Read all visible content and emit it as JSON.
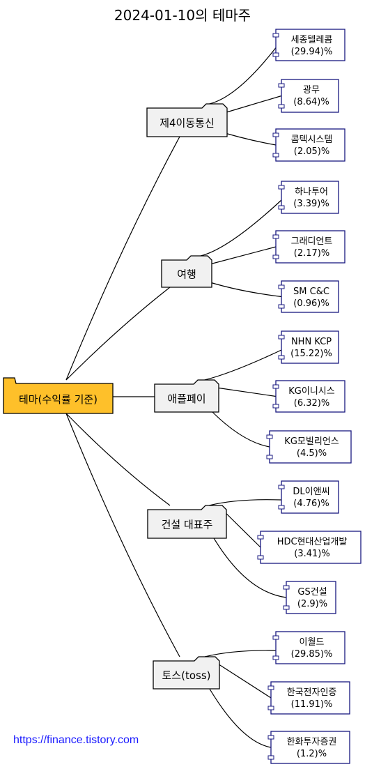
{
  "title": "2024-01-10의 테마주",
  "watermark": "https://finance.tistory.com",
  "colors": {
    "root_fill": "#fec02a",
    "theme_fill": "#f1f1f1",
    "stock_border": "#181880",
    "stock_fill": "#ffffff",
    "line": "#000000"
  },
  "root": {
    "label": "테마(수익률 기준)"
  },
  "themes": [
    {
      "name": "제4이동통신",
      "stocks": [
        {
          "name": "세종텔레콤",
          "pct": "(29.94)%"
        },
        {
          "name": "광무",
          "pct": "(8.64)%"
        },
        {
          "name": "콤텍시스템",
          "pct": "(2.05)%"
        }
      ]
    },
    {
      "name": "여행",
      "stocks": [
        {
          "name": "하나투어",
          "pct": "(3.39)%"
        },
        {
          "name": "그래디언트",
          "pct": "(2.17)%"
        },
        {
          "name": "SM C&C",
          "pct": "(0.96)%"
        }
      ]
    },
    {
      "name": "애플페이",
      "stocks": [
        {
          "name": "NHN KCP",
          "pct": "(15.22)%"
        },
        {
          "name": "KG이니시스",
          "pct": "(6.32)%"
        },
        {
          "name": "KG모빌리언스",
          "pct": "(4.5)%"
        }
      ]
    },
    {
      "name": "건설 대표주",
      "stocks": [
        {
          "name": "DL이앤씨",
          "pct": "(4.76)%"
        },
        {
          "name": "HDC현대산업개발",
          "pct": "(3.41)%"
        },
        {
          "name": "GS건설",
          "pct": "(2.9)%"
        }
      ]
    },
    {
      "name": "토스(toss)",
      "stocks": [
        {
          "name": "이월드",
          "pct": "(29.85)%"
        },
        {
          "name": "한국전자인증",
          "pct": "(11.91)%"
        },
        {
          "name": "한화투자증권",
          "pct": "(1.2)%"
        }
      ]
    }
  ]
}
